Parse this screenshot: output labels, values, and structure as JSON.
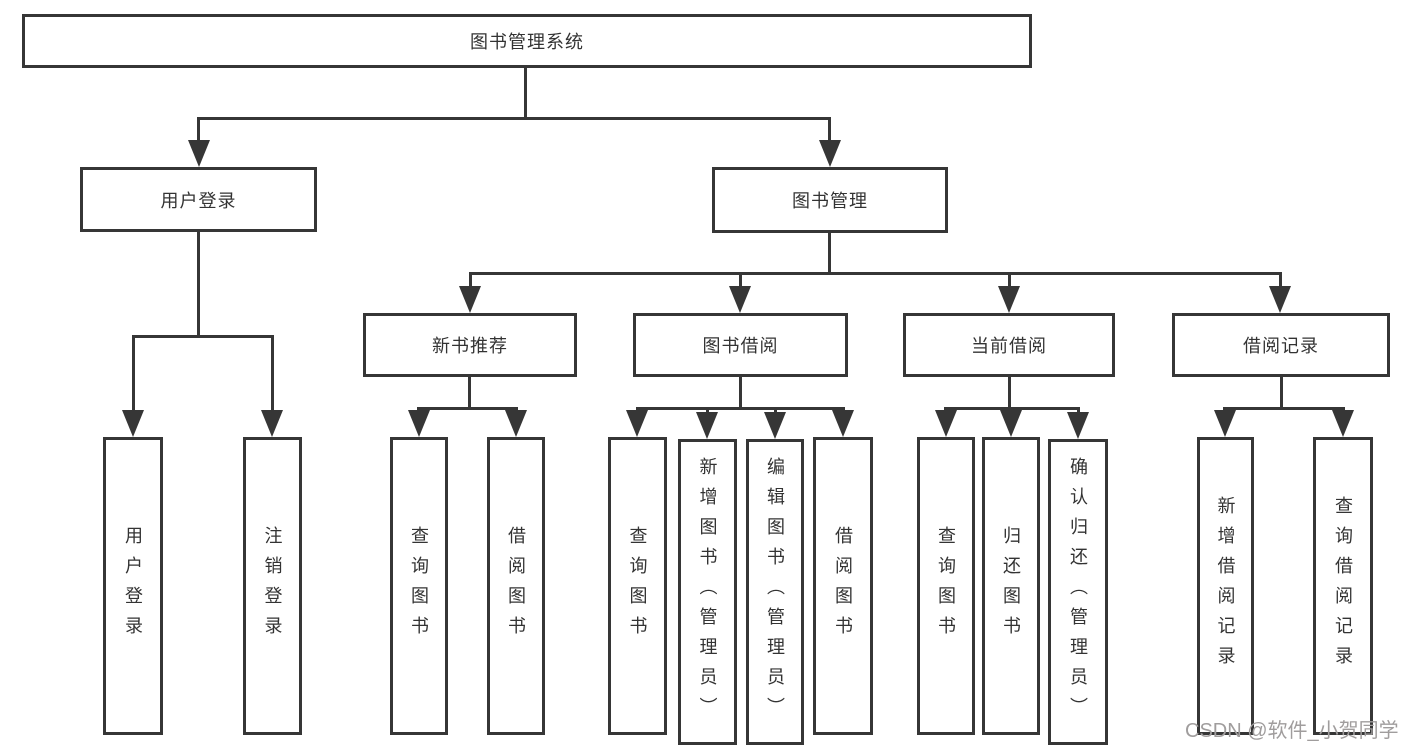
{
  "diagram_type": "hierarchy-tree",
  "colors": {
    "line": "#363636",
    "text": "#333333",
    "watermark": "#a09d9d",
    "background": "#ffffff"
  },
  "tree": {
    "label": "图书管理系统",
    "children": [
      {
        "label": "用户登录",
        "children": [
          {
            "label": "用户登录"
          },
          {
            "label": "注销登录"
          }
        ]
      },
      {
        "label": "图书管理",
        "children": [
          {
            "label": "新书推荐",
            "children": [
              {
                "label": "查询图书"
              },
              {
                "label": "借阅图书"
              }
            ]
          },
          {
            "label": "图书借阅",
            "children": [
              {
                "label": "查询图书"
              },
              {
                "label": "新增图书（管理员）"
              },
              {
                "label": "编辑图书（管理员）"
              },
              {
                "label": "借阅图书"
              }
            ]
          },
          {
            "label": "当前借阅",
            "children": [
              {
                "label": "查询图书"
              },
              {
                "label": "归还图书"
              },
              {
                "label": "确认归还（管理员）"
              }
            ]
          },
          {
            "label": "借阅记录",
            "children": [
              {
                "label": "新增借阅记录"
              },
              {
                "label": "查询借阅记录"
              }
            ]
          }
        ]
      }
    ]
  },
  "watermark": {
    "text": "CSDN @软件_小贺同学"
  }
}
